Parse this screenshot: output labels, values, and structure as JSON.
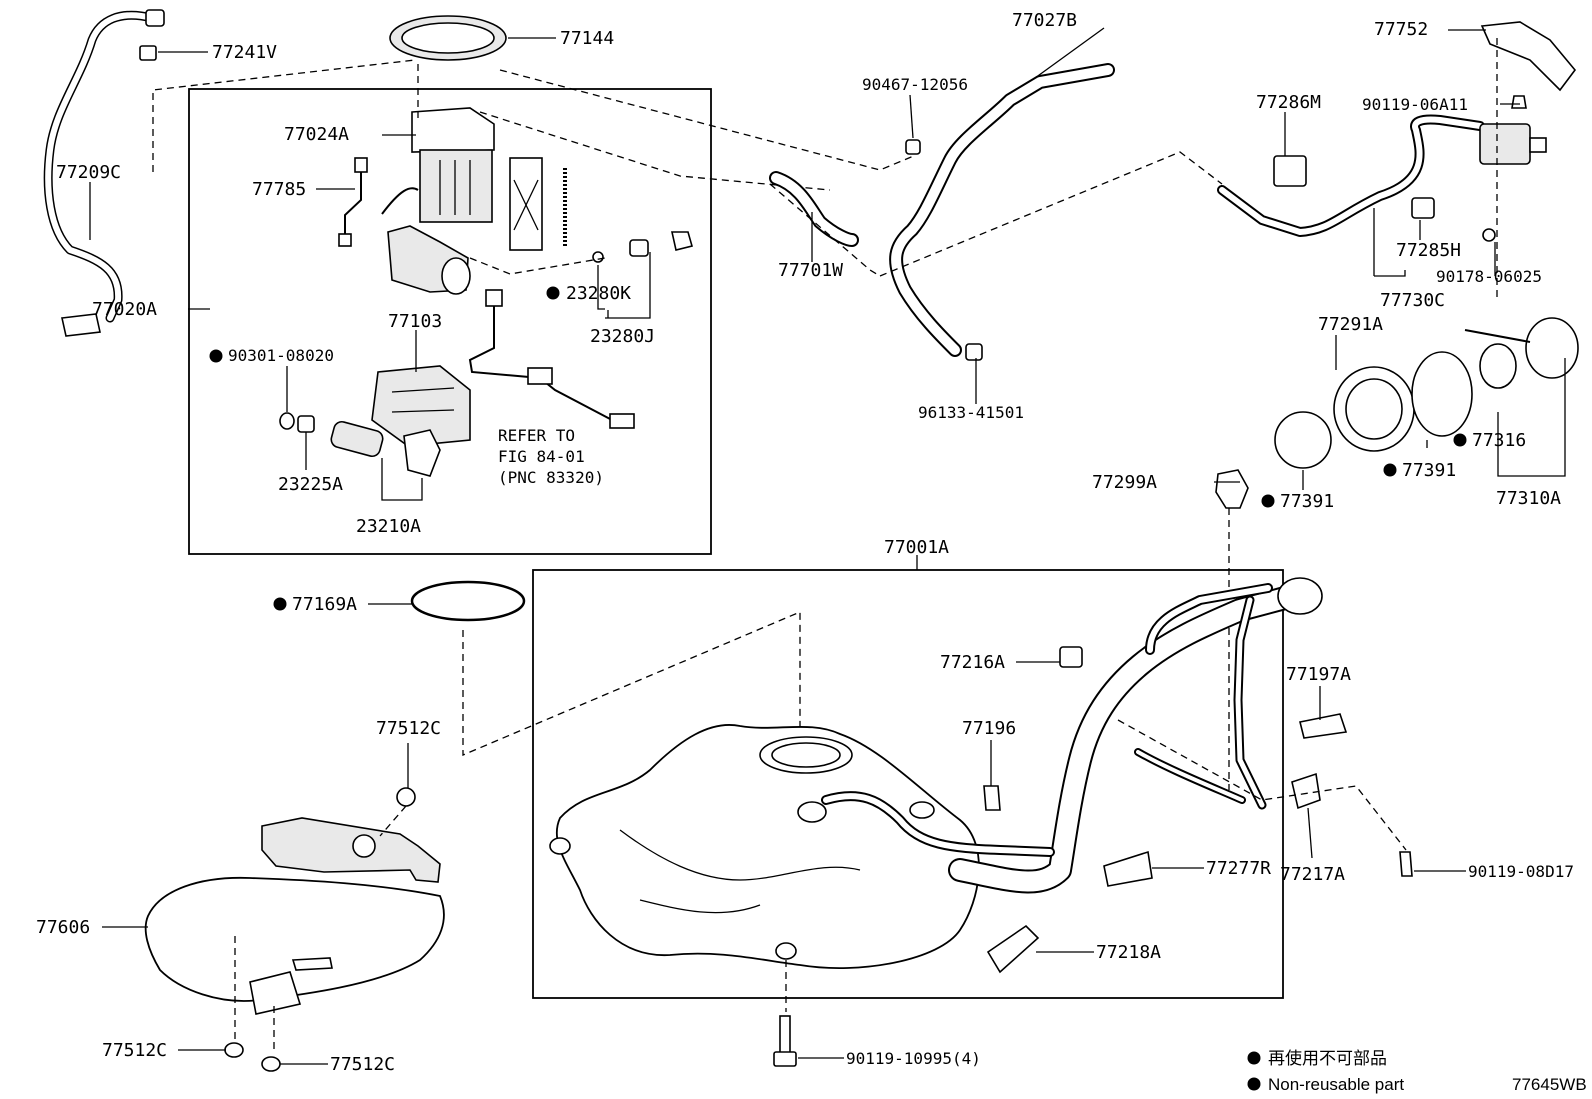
{
  "diagram_id": "77645WB",
  "legend": {
    "bullet": "●",
    "non_reusable_jp": "再使用不可部品",
    "non_reusable_en": "Non-reusable part"
  },
  "labels": {
    "p77241V": "77241V",
    "p77144": "77144",
    "p77027B": "77027B",
    "p77752": "77752",
    "p90467": "90467-12056",
    "p77286M": "77286M",
    "p90119_06A11": "90119-06A11",
    "p77209C": "77209C",
    "p77024A": "77024A",
    "p77785": "77785",
    "p77701W": "77701W",
    "p77285H": "77285H",
    "p90178": "90178-06025",
    "p77730C": "77730C",
    "p77020A": "77020A",
    "p23280K": "23280K",
    "p23280J": "23280J",
    "p77103": "77103",
    "p90301": "90301-08020",
    "p96133": "96133-41501",
    "p77291A": "77291A",
    "p77316": "77316",
    "p77391_a": "77391",
    "p77391_b": "77391",
    "p77299A": "77299A",
    "p77310A": "77310A",
    "p23225A": "23225A",
    "p23210A": "23210A",
    "p77001A": "77001A",
    "p77169A": "77169A",
    "p77216A": "77216A",
    "p77197A": "77197A",
    "p77196": "77196",
    "p77512C_top": "77512C",
    "p77277R": "77277R",
    "p77217A": "77217A",
    "p90119_08D17": "90119-08D17",
    "p77606": "77606",
    "p77218A": "77218A",
    "p77512C_l": "77512C",
    "p77512C_r": "77512C",
    "p90119_10995": "90119-10995(4)"
  },
  "refer": {
    "line1": "REFER TO",
    "line2": "FIG 84-01",
    "line3": "(PNC 83320)"
  },
  "non_reusable_parts": [
    "23280K",
    "90301-08020",
    "77316",
    "77391",
    "77169A"
  ]
}
